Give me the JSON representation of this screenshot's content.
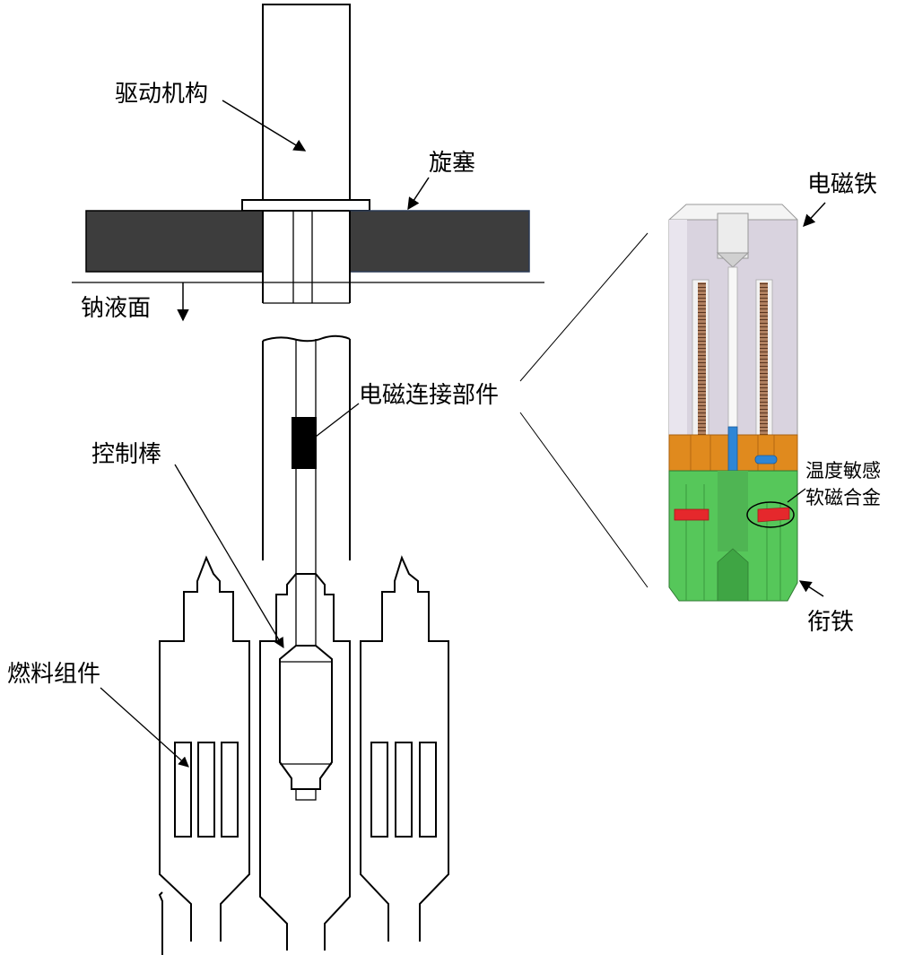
{
  "labels": {
    "drive_mechanism": "驱动机构",
    "rotating_plug": "旋塞",
    "sodium_level": "钠液面",
    "em_coupling": "电磁连接部件",
    "control_rod": "控制棒",
    "fuel_assembly": "燃料组件",
    "electromagnet": "电磁铁",
    "temp_sensitive_1": "温度敏感",
    "temp_sensitive_2": "软磁合金",
    "armature": "衔铁"
  },
  "colors": {
    "plug": "#3d3d3d",
    "electromagnet_body": "#d9d3df",
    "electromagnet_top": "#f4f4f4",
    "coil": "#8a5a3a",
    "orange_ring": "#e08a1e",
    "armature_green": "#56c75a",
    "red_alloy": "#e5282c",
    "blue_pin": "#2e86d6"
  }
}
